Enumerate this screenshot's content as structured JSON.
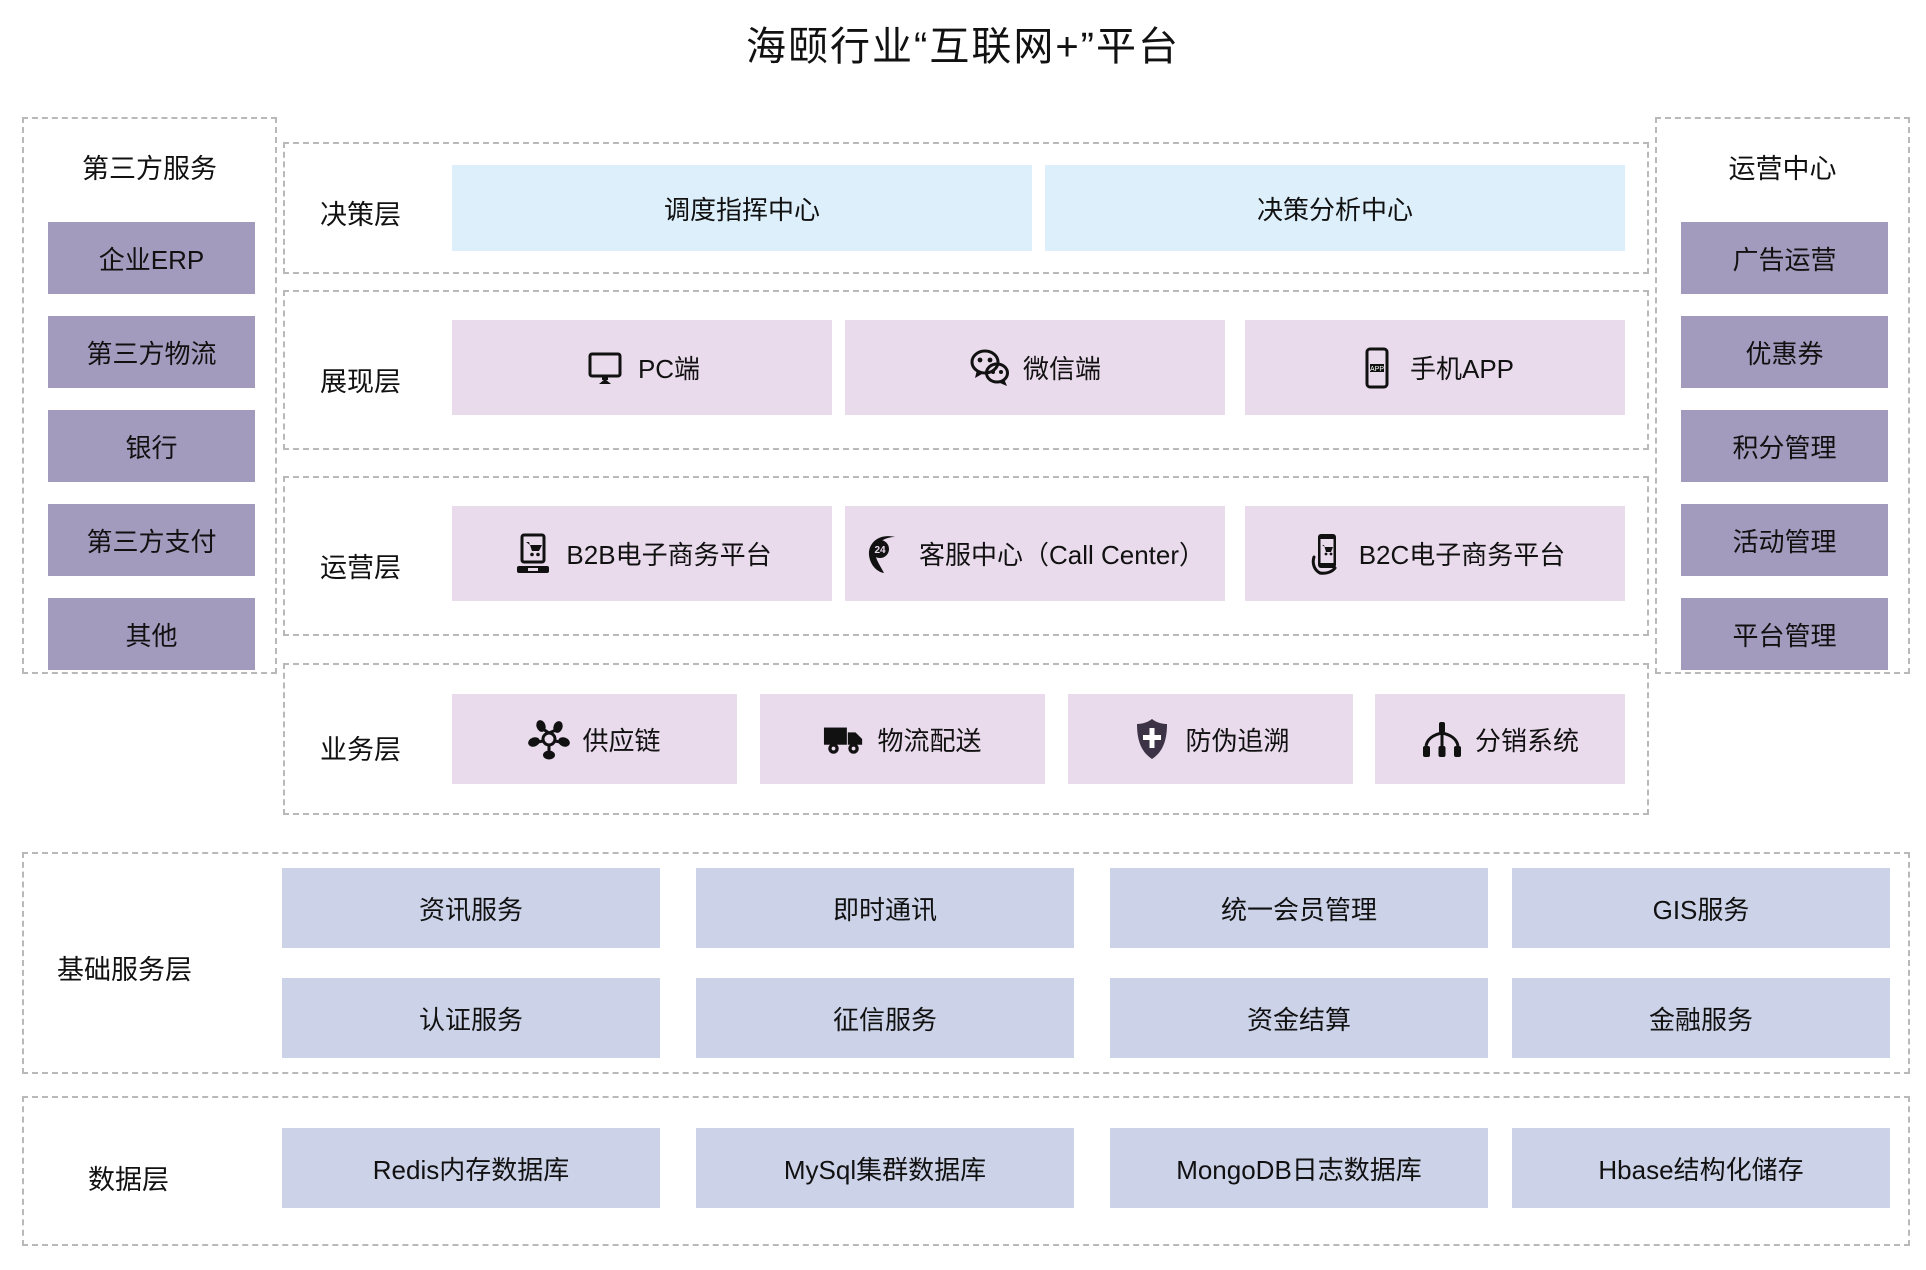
{
  "title": "海颐行业“互联网+”平台",
  "third_party": {
    "heading": "第三方服务",
    "items": [
      {
        "label": "企业ERP"
      },
      {
        "label": "第三方物流"
      },
      {
        "label": "银行"
      },
      {
        "label": "第三方支付"
      },
      {
        "label": "其他"
      }
    ]
  },
  "operation_center": {
    "heading": "运营中心",
    "items": [
      {
        "label": "广告运营"
      },
      {
        "label": "优惠券"
      },
      {
        "label": "积分管理"
      },
      {
        "label": "活动管理"
      },
      {
        "label": "平台管理"
      }
    ]
  },
  "decision_layer": {
    "label": "决策层",
    "items": [
      {
        "label": "调度指挥中心"
      },
      {
        "label": "决策分析中心"
      }
    ]
  },
  "presentation_layer": {
    "label": "展现层",
    "items": [
      {
        "label": "PC端",
        "icon": "monitor-icon"
      },
      {
        "label": "微信端",
        "icon": "wechat-icon"
      },
      {
        "label": "手机APP",
        "icon": "mobile-app-icon"
      }
    ]
  },
  "operation_layer": {
    "label": "运营层",
    "items": [
      {
        "label": "B2B电子商务平台",
        "icon": "desktop-cart-icon"
      },
      {
        "label": "客服中心（Call Center）",
        "icon": "phone-24-icon"
      },
      {
        "label": "B2C电子商务平台",
        "icon": "mobile-cart-icon"
      }
    ]
  },
  "business_layer": {
    "label": "业务层",
    "items": [
      {
        "label": "供应链",
        "icon": "supply-chain-icon"
      },
      {
        "label": "物流配送",
        "icon": "truck-icon"
      },
      {
        "label": "防伪追溯",
        "icon": "shield-icon"
      },
      {
        "label": "分销系统",
        "icon": "distribution-tree-icon"
      }
    ]
  },
  "base_service_layer": {
    "label": "基础服务层",
    "rows": [
      [
        {
          "label": "资讯服务"
        },
        {
          "label": "即时通讯"
        },
        {
          "label": "统一会员管理"
        },
        {
          "label": "GIS服务"
        }
      ],
      [
        {
          "label": "认证服务"
        },
        {
          "label": "征信服务"
        },
        {
          "label": "资金结算"
        },
        {
          "label": "金融服务"
        }
      ]
    ]
  },
  "data_layer": {
    "label": "数据层",
    "items": [
      {
        "label": "Redis内存数据库"
      },
      {
        "label": "MySql集群数据库"
      },
      {
        "label": "MongoDB日志数据库"
      },
      {
        "label": "Hbase结构化储存"
      }
    ]
  },
  "colors": {
    "purple_box": "#a29bbd",
    "pink_box": "#e9daec",
    "blue_box": "#ddeffb",
    "lavender_box": "#ccd2e8",
    "dashed_border": "#b9b9b9"
  }
}
